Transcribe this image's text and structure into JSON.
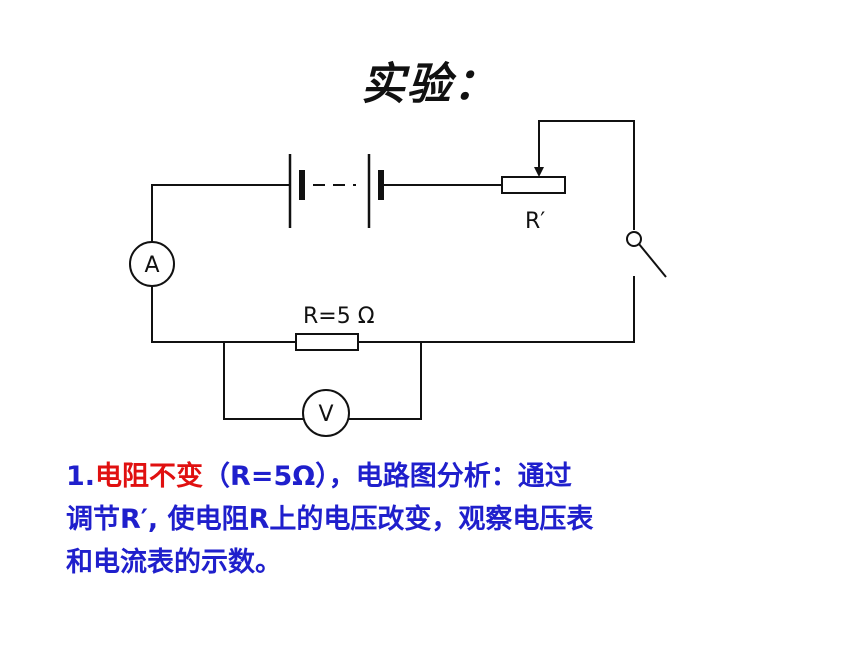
{
  "title": "实验：",
  "circuit": {
    "rheostat_label": "R′",
    "ammeter_label": "A",
    "resistor_label": "R=5 Ω",
    "voltmeter_label": "V"
  },
  "description": {
    "number": "1.",
    "highlight": "电阻不变",
    "line1_rest": "（R=5Ω），电路图分析：通过",
    "line2": "调节R′, 使电阻R上的电压改变，观察电压表",
    "line3": "和电流表的示数。"
  },
  "colors": {
    "highlight": "#e01010",
    "body_text": "#1f1fcc",
    "wire": "#111111"
  }
}
